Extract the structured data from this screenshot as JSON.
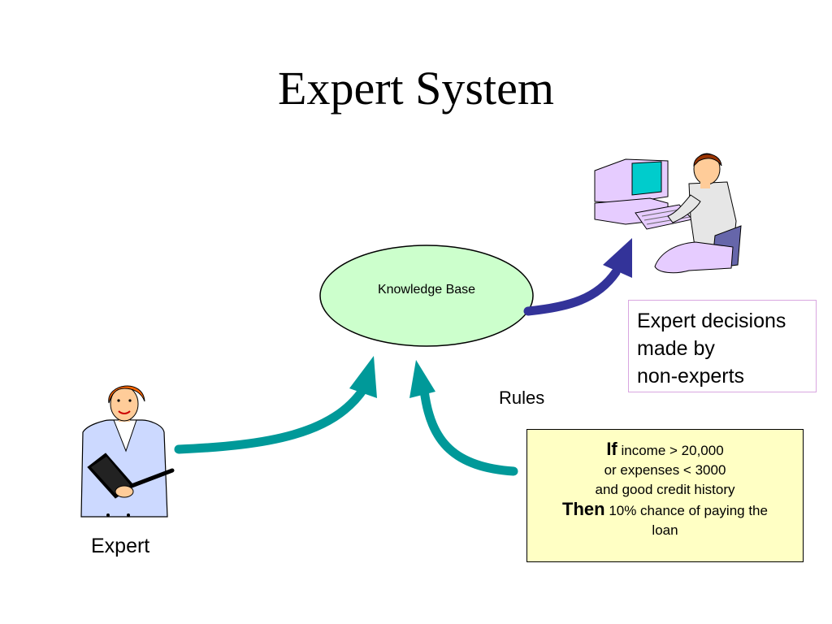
{
  "title": "Expert System",
  "knowledge_base": {
    "label": "Knowledge Base"
  },
  "decisions_box": {
    "lines": [
      "Expert decisions",
      "made by",
      "non-experts"
    ]
  },
  "rules_label": "Rules",
  "expert_label": "Expert",
  "rule": {
    "if_kw": "If",
    "if_text": "income > 20,000",
    "line2": "or expenses < 3000",
    "line3": "and good credit history",
    "then_kw": "Then",
    "then_text": "10% chance of paying the",
    "line5": "loan"
  },
  "colors": {
    "ellipse_fill": "#ccffcc",
    "teal_arrow": "#009999",
    "blue_arrow": "#333399",
    "rule_box_fill": "#ffffc4",
    "decisions_border": "#d9a6e0"
  }
}
